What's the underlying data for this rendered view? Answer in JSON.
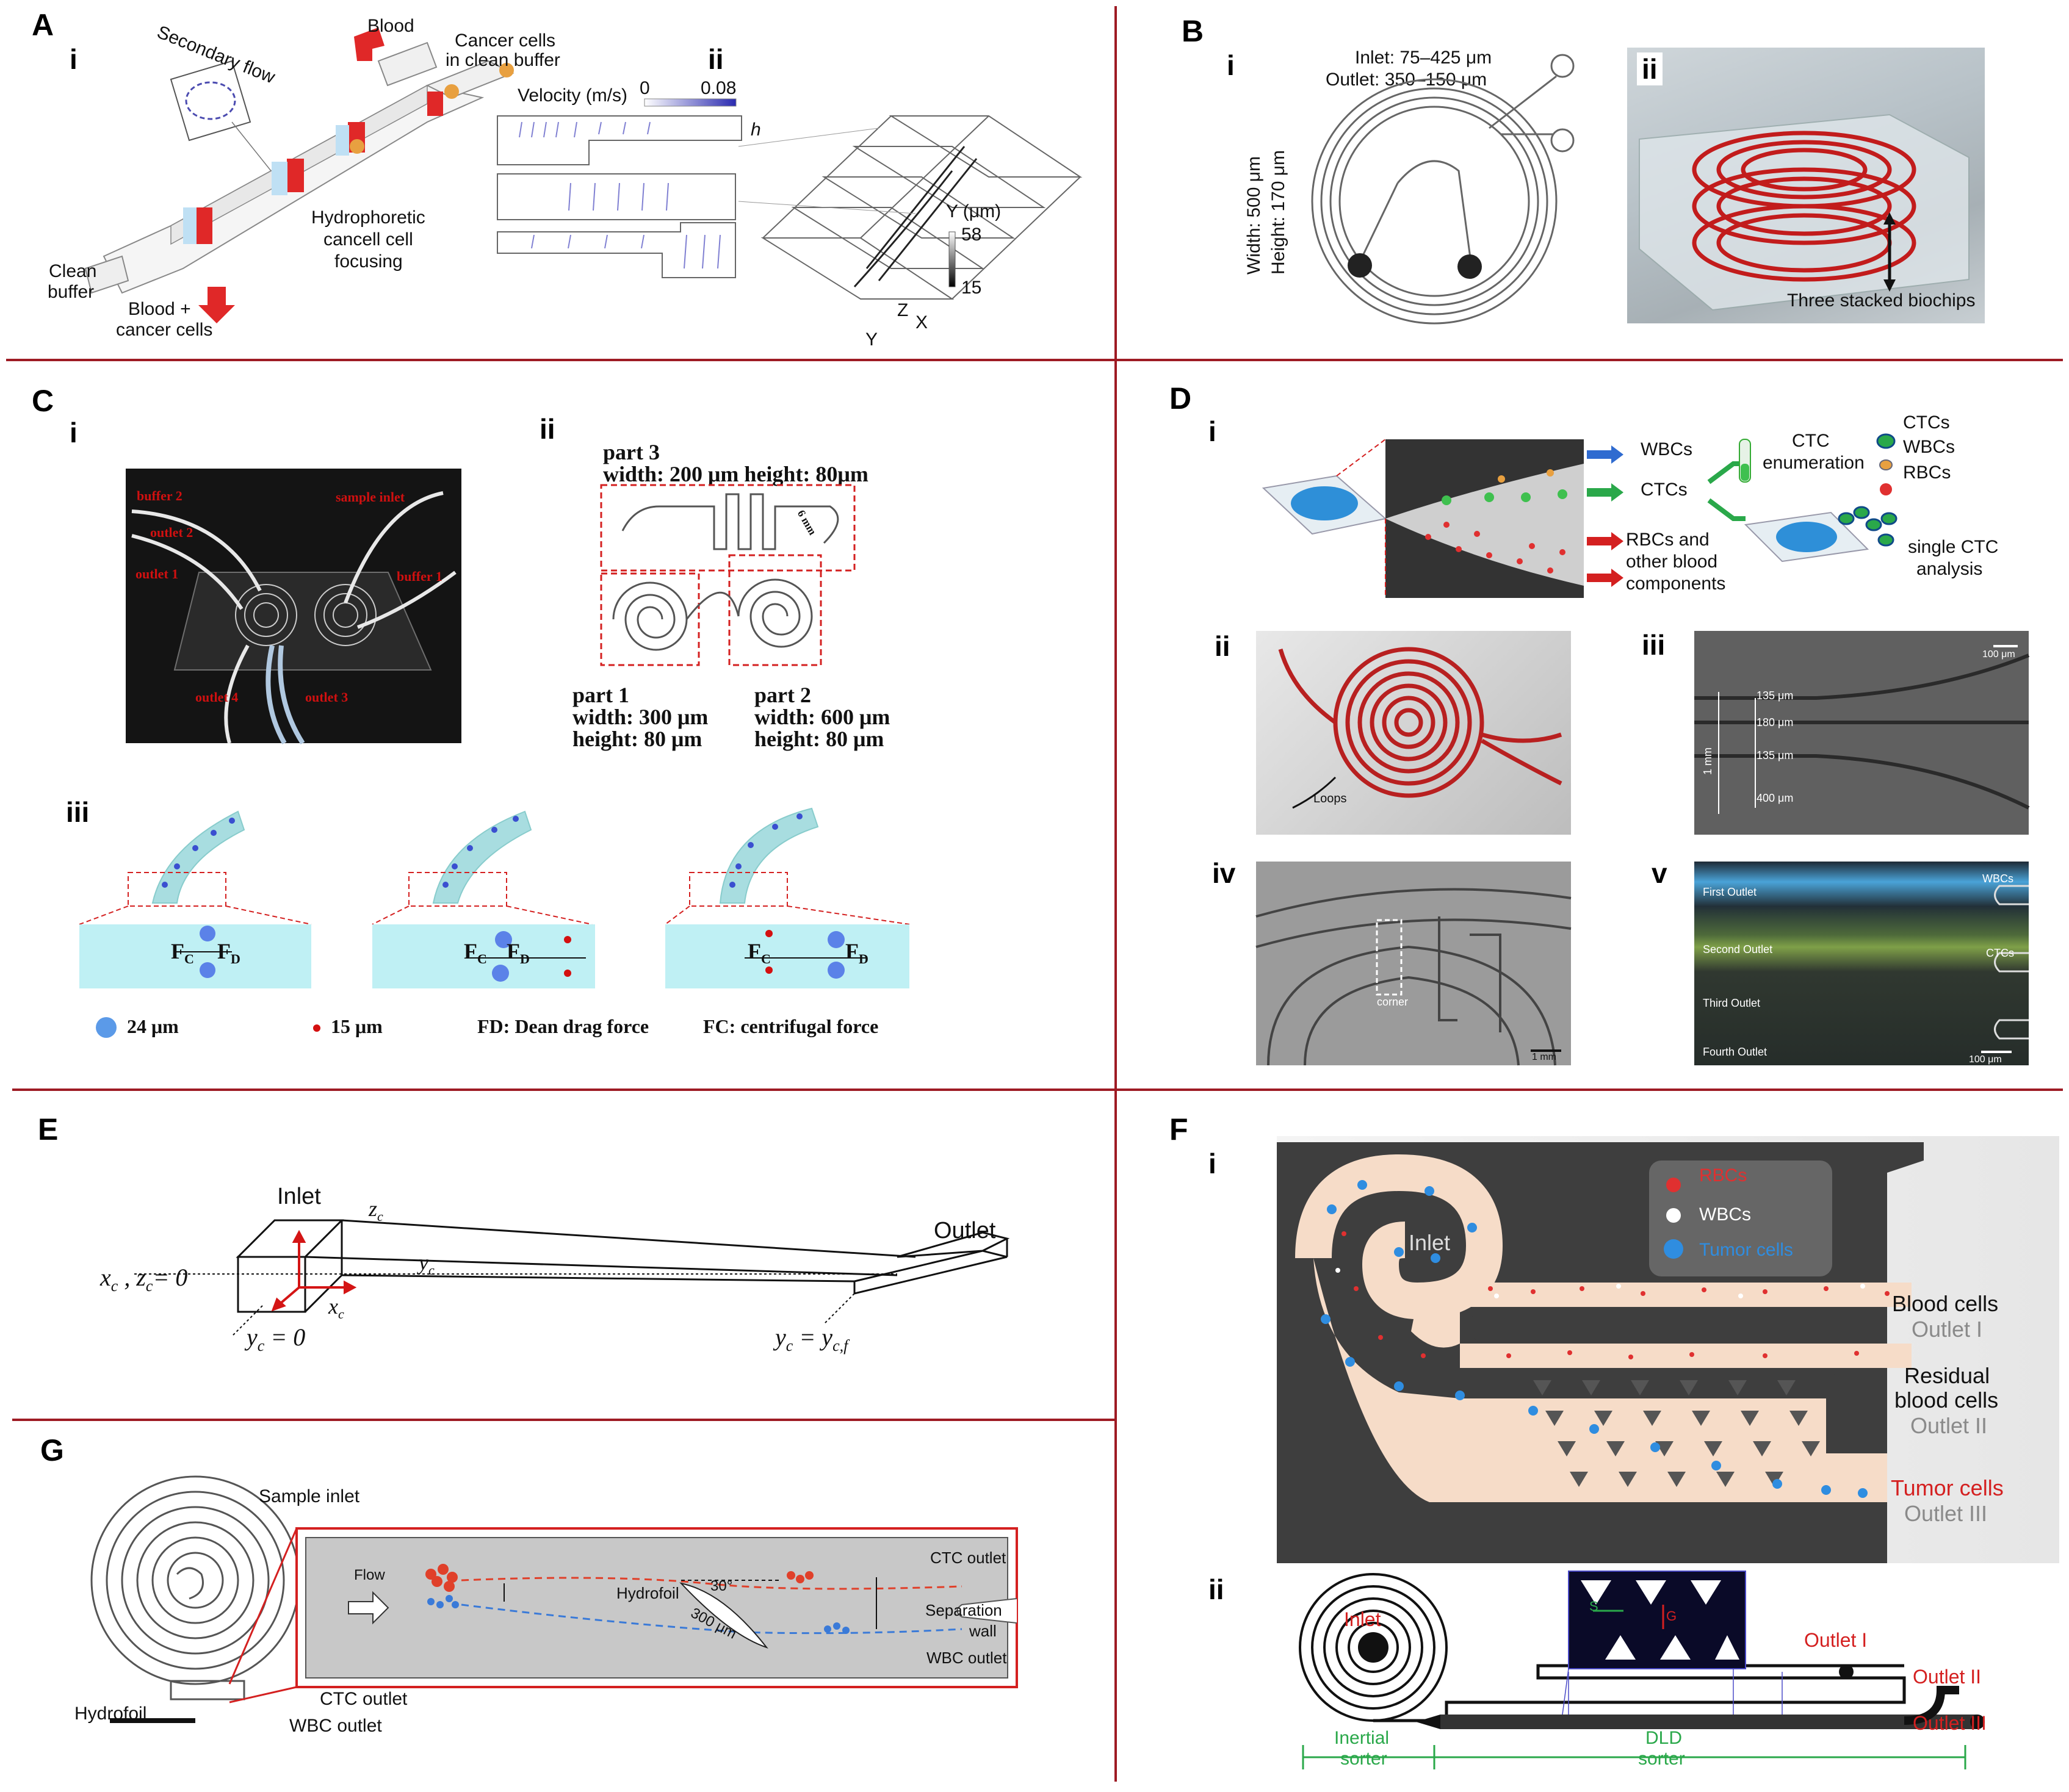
{
  "colors": {
    "divider": "#9e1b24",
    "red": "#d42020",
    "blue": "#2f7de0",
    "green": "#2aa84a",
    "dark": "#333333"
  },
  "panelA": {
    "label": "A",
    "sub_i": "i",
    "sub_ii": "ii",
    "secondary_flow": "Secondary flow",
    "blood": "Blood",
    "cancer_clean_1": "Cancer cells",
    "cancer_clean_2": "in clean buffer",
    "hydro_1": "Hydrophoretic",
    "hydro_2": "cancell cell",
    "hydro_3": "focusing",
    "clean_1": "Clean",
    "clean_2": "buffer",
    "bc_1": "Blood +",
    "bc_2": "cancer cells",
    "velocity": "Velocity (m/s)",
    "v0": "0",
    "v1": "0.08",
    "hg": "h",
    "y_um": "Y (μm)",
    "y58": "58",
    "y15": "15",
    "axz": "Z",
    "axx": "X",
    "axy": "Y"
  },
  "panelB": {
    "label": "B",
    "sub_i": "i",
    "sub_ii": "ii",
    "inlet": "Inlet: 75–425 μm",
    "outlet": "Outlet: 350–150 μm",
    "width": "Width: 500 μm",
    "height": "Height: 170 μm",
    "stacked": "Three stacked biochips"
  },
  "panelC": {
    "label": "C",
    "sub_i": "i",
    "sub_ii": "ii",
    "sub_iii": "iii",
    "photo_labels": [
      "buffer 2",
      "sample inlet",
      "outlet 2",
      "outlet 1",
      "buffer 1",
      "outlet 4",
      "outlet 3"
    ],
    "part3": "part 3",
    "part3_dim": "width: 200 μm  height: 80μm",
    "mm6": "6 mm",
    "part1": "part 1",
    "part1_w": "width: 300 μm",
    "part1_h": "height: 80 μm",
    "part2": "part 2",
    "part2_w": "width: 600 μm",
    "part2_h": "height: 80 μm",
    "fc": "F",
    "fd": "F",
    "leg_24": "24 μm",
    "leg_15": "15 μm",
    "leg_fd": "D: Dean drag force",
    "leg_fc": "C: centrifugal force"
  },
  "panelD": {
    "label": "D",
    "sub_i": "i",
    "sub_ii": "ii",
    "sub_iii": "iii",
    "sub_iv": "iv",
    "sub_v": "v",
    "wbcs": "WBCs",
    "ctcs": "CTCs",
    "rbc_1": "RBCs and",
    "rbc_2": "other blood",
    "rbc_3": "components",
    "ctc_enum_1": "CTC",
    "ctc_enum_2": "enumeration",
    "leg_ctcs": "CTCs",
    "leg_wbcs": "WBCs",
    "leg_rbcs": "RBCs",
    "single_1": "single CTC",
    "single_2": "analysis",
    "loops": "Loops",
    "scale_100": "100 μm",
    "d135a": "135 μm",
    "d180": "180 μm",
    "d135b": "135 μm",
    "d400": "400 μm",
    "mm1": "1 mm",
    "corner": "corner",
    "scale_1mm": "1 mm",
    "first": "First Outlet",
    "second": "Second Outlet",
    "third": "Third Outlet",
    "fourth": "Fourth Outlet",
    "v_wbcs": "WBCs",
    "v_ctcs": "CTCs",
    "v_scale": "100 μm"
  },
  "panelE": {
    "label": "E",
    "inlet": "Inlet",
    "outlet": "Outlet",
    "xz0": "x",
    "zc": "z",
    "yc": "y",
    "xc": "x",
    "yc0": "y",
    "ycf": "y"
  },
  "panelF": {
    "label": "F",
    "sub_i": "i",
    "sub_ii": "ii",
    "rbcs": "RBCs",
    "wbcs": "WBCs",
    "tumor": "Tumor cells",
    "inlet": "Inlet",
    "blood_cells": "Blood cells",
    "outlet1": "Outlet I",
    "residual_1": "Residual",
    "residual_2": "blood cells",
    "outlet2": "Outlet II",
    "tumor_cells": "Tumor cells",
    "outlet3": "Outlet III",
    "ii_inlet": "Inlet",
    "ii_o1": "Outlet I",
    "ii_o2": "Outlet II",
    "ii_o3": "Outlet III",
    "inertial_1": "Inertial",
    "inertial_2": "sorter",
    "dld_1": "DLD",
    "dld_2": "sorter",
    "s": "S",
    "g": "G"
  },
  "panelG": {
    "label": "G",
    "sample_inlet": "Sample inlet",
    "hydrofoil": "Hydrofoil",
    "ctc_outlet": "CTC outlet",
    "wbc_outlet": "WBC outlet",
    "flow": "Flow",
    "hydrofoil_in": "Hydrofoil",
    "angle": "30°",
    "len": "300 μm",
    "ctc_outlet_in": "CTC outlet",
    "sep_1": "Separation",
    "sep_2": "wall",
    "wbc_outlet_in": "WBC outlet"
  }
}
